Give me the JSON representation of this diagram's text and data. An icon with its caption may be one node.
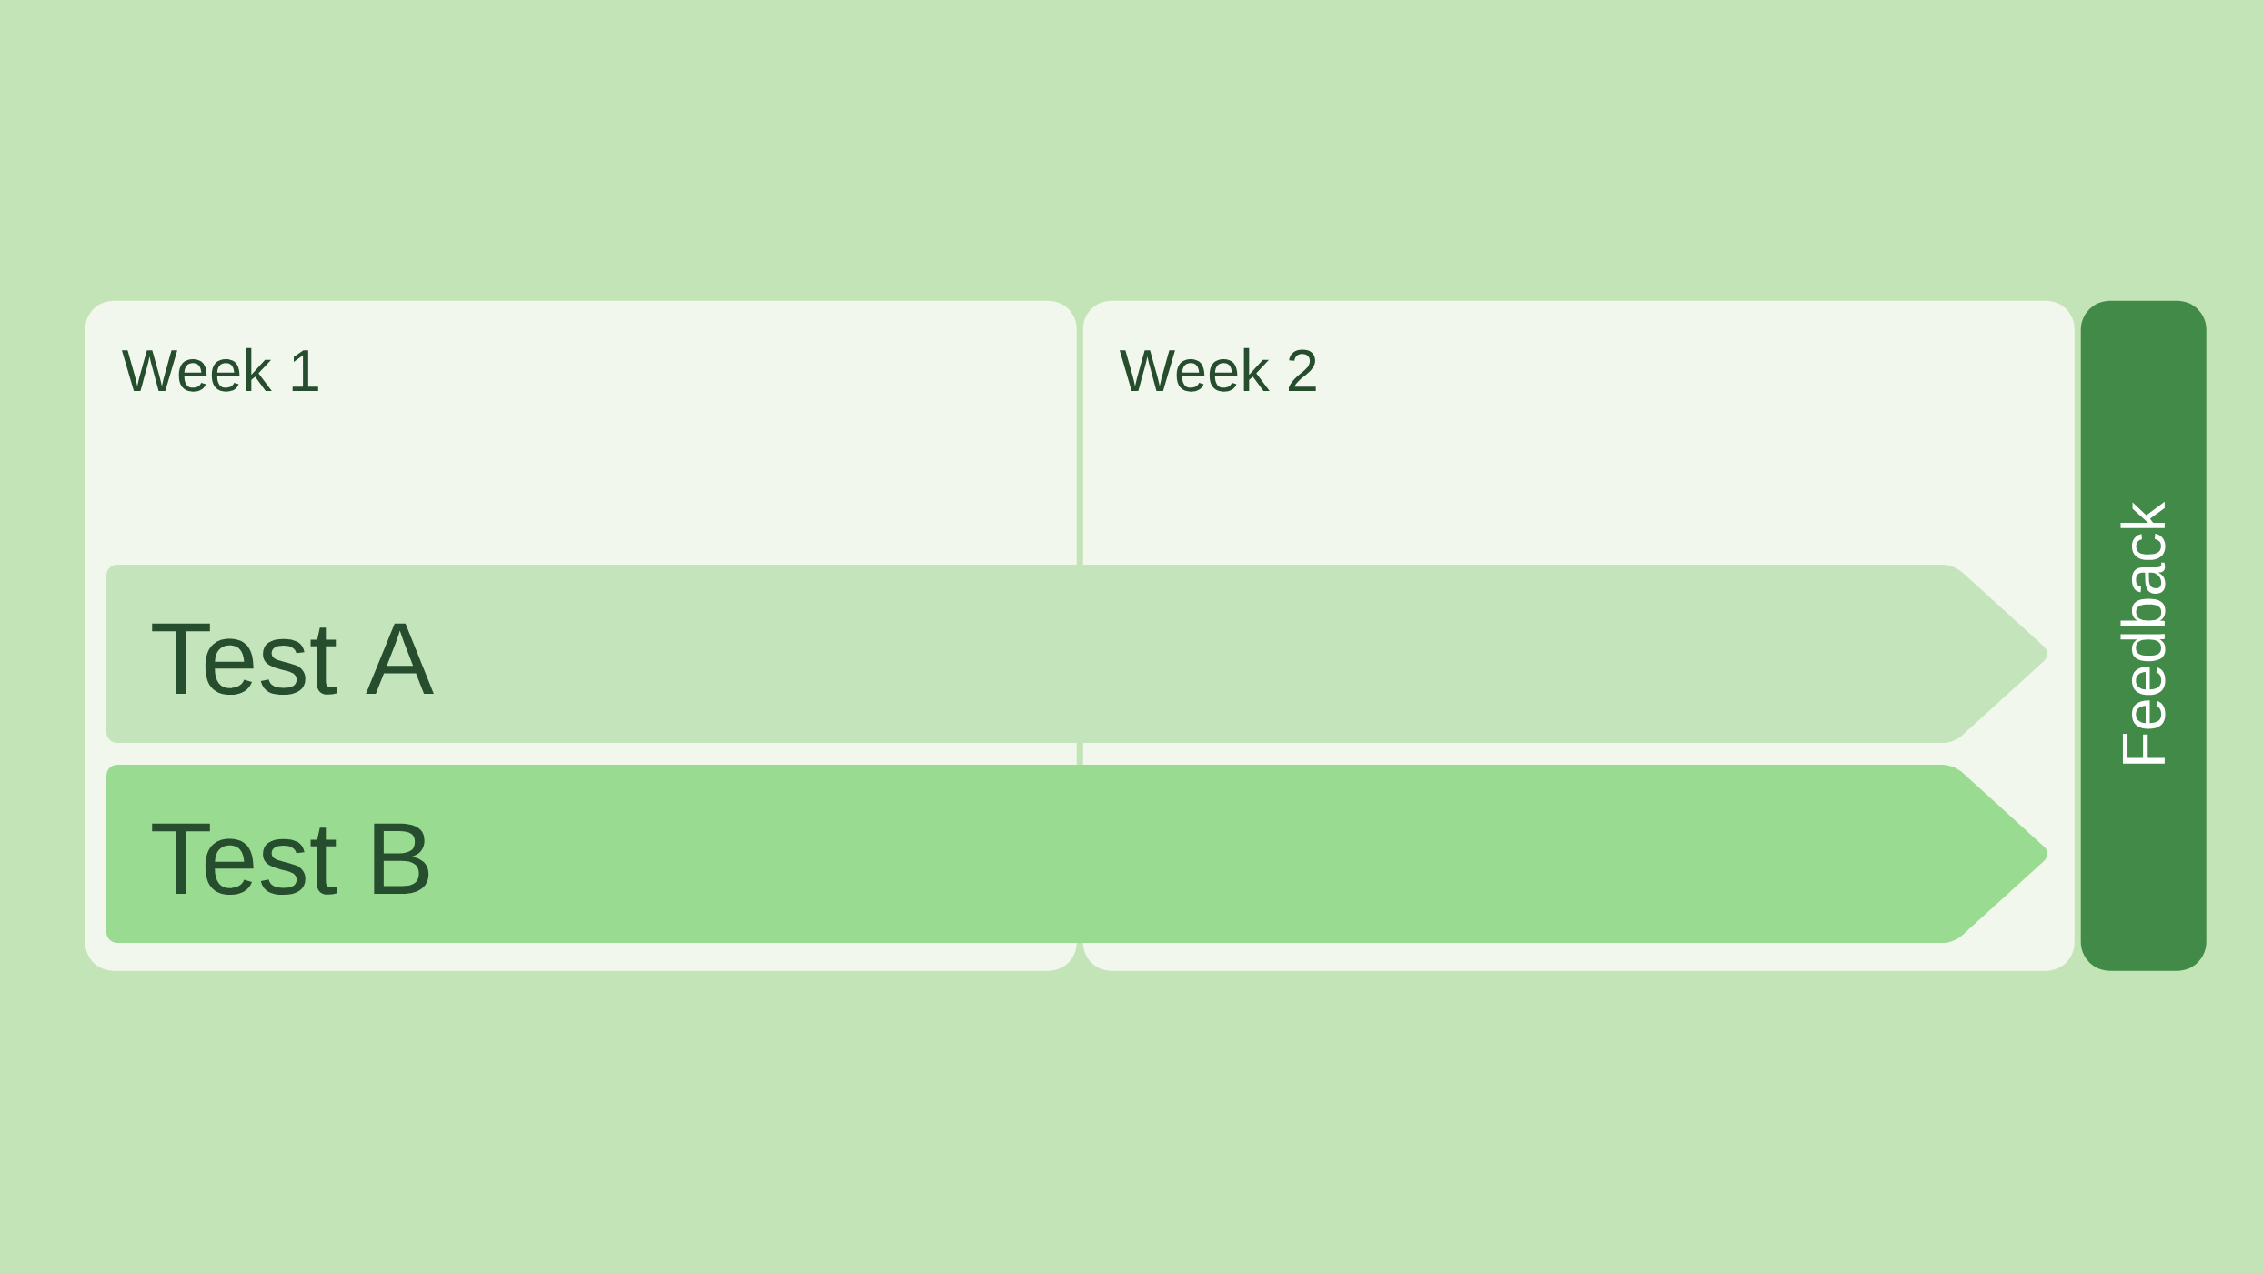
{
  "diagram": {
    "nodes": [
      {
        "text": [
          "Week 1"
        ]
      },
      {
        "text": [
          "Week 2"
        ]
      },
      {
        "text": [
          "Test A"
        ]
      },
      {
        "text": [
          "Test B"
        ]
      },
      {
        "text": [
          "Feedback"
        ]
      }
    ]
  }
}
